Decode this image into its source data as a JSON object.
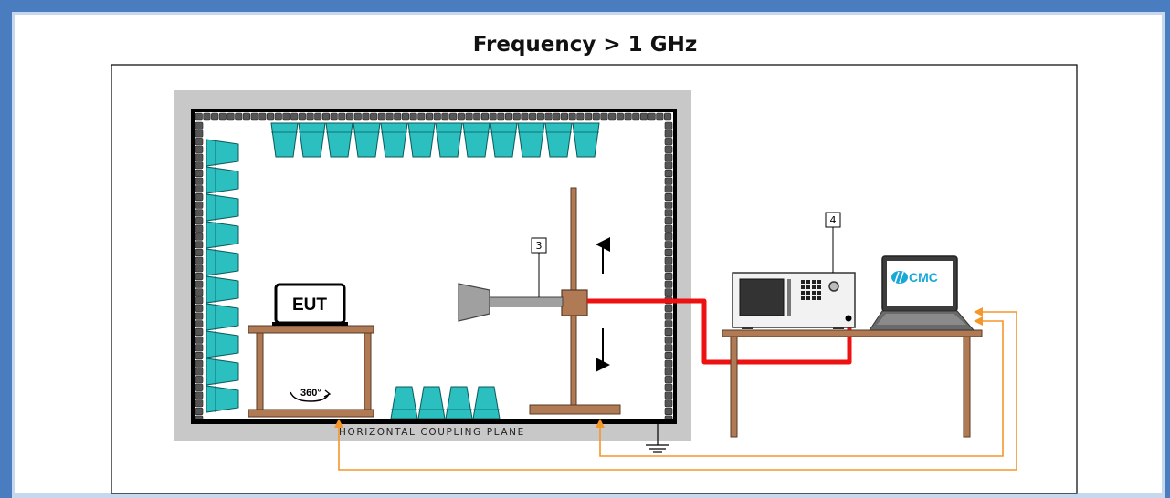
{
  "title": "Frequency > 1 GHz",
  "chamber": {
    "floor_label": "HORIZONTAL COUPLING PLANE"
  },
  "eut": {
    "label": "EUT",
    "turntable_label": "360°"
  },
  "callouts": {
    "antenna": "3",
    "analyzer": "4"
  },
  "logo": {
    "text": "CMC"
  },
  "colors": {
    "frame": "#4a7cc0",
    "absorber": "#2bbfbf",
    "wood": "#b07a55",
    "rf_cable": "#ee1111",
    "control_cable": "#f4962a",
    "shield_wall": "#c8c8c8"
  },
  "icons": [
    "up-arrow-icon",
    "down-arrow-icon",
    "ground-icon",
    "rotation-icon",
    "cmc-logo-icon"
  ]
}
